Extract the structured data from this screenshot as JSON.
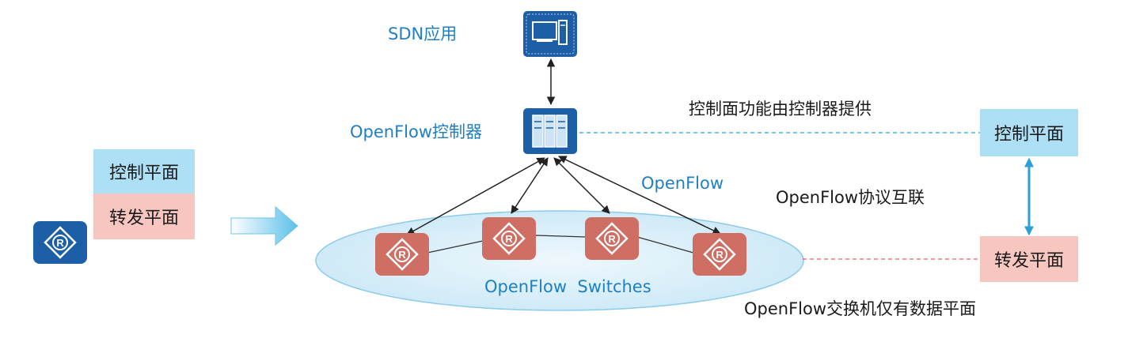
{
  "left": {
    "control_plane": "控制平面",
    "forwarding_plane": "转发平面"
  },
  "center": {
    "sdn_app": "SDN应用",
    "controller": "OpenFlow控制器",
    "openflow": "OpenFlow",
    "switches": "OpenFlow  Switches"
  },
  "right": {
    "control_note": "控制面功能由控制器提供",
    "protocol_note": "OpenFlow协议互联",
    "switch_note": "OpenFlow交换机仅有数据平面",
    "control_plane": "控制平面",
    "forwarding_plane": "转发平面"
  },
  "colors": {
    "router_blue": "#1d5fa6",
    "switch_red": "#cf6f64",
    "control_plane_bg": "#aee0f5",
    "forwarding_plane_bg": "#f8c6c0",
    "label_blue": "#1f7fc3",
    "control_link": "#2a9fd8",
    "forwarding_link": "#e06060"
  },
  "icons": {
    "sdn_app": "computer-icon",
    "controller": "server-icon",
    "router": "router-icon",
    "switch": "switch-router-icon"
  }
}
